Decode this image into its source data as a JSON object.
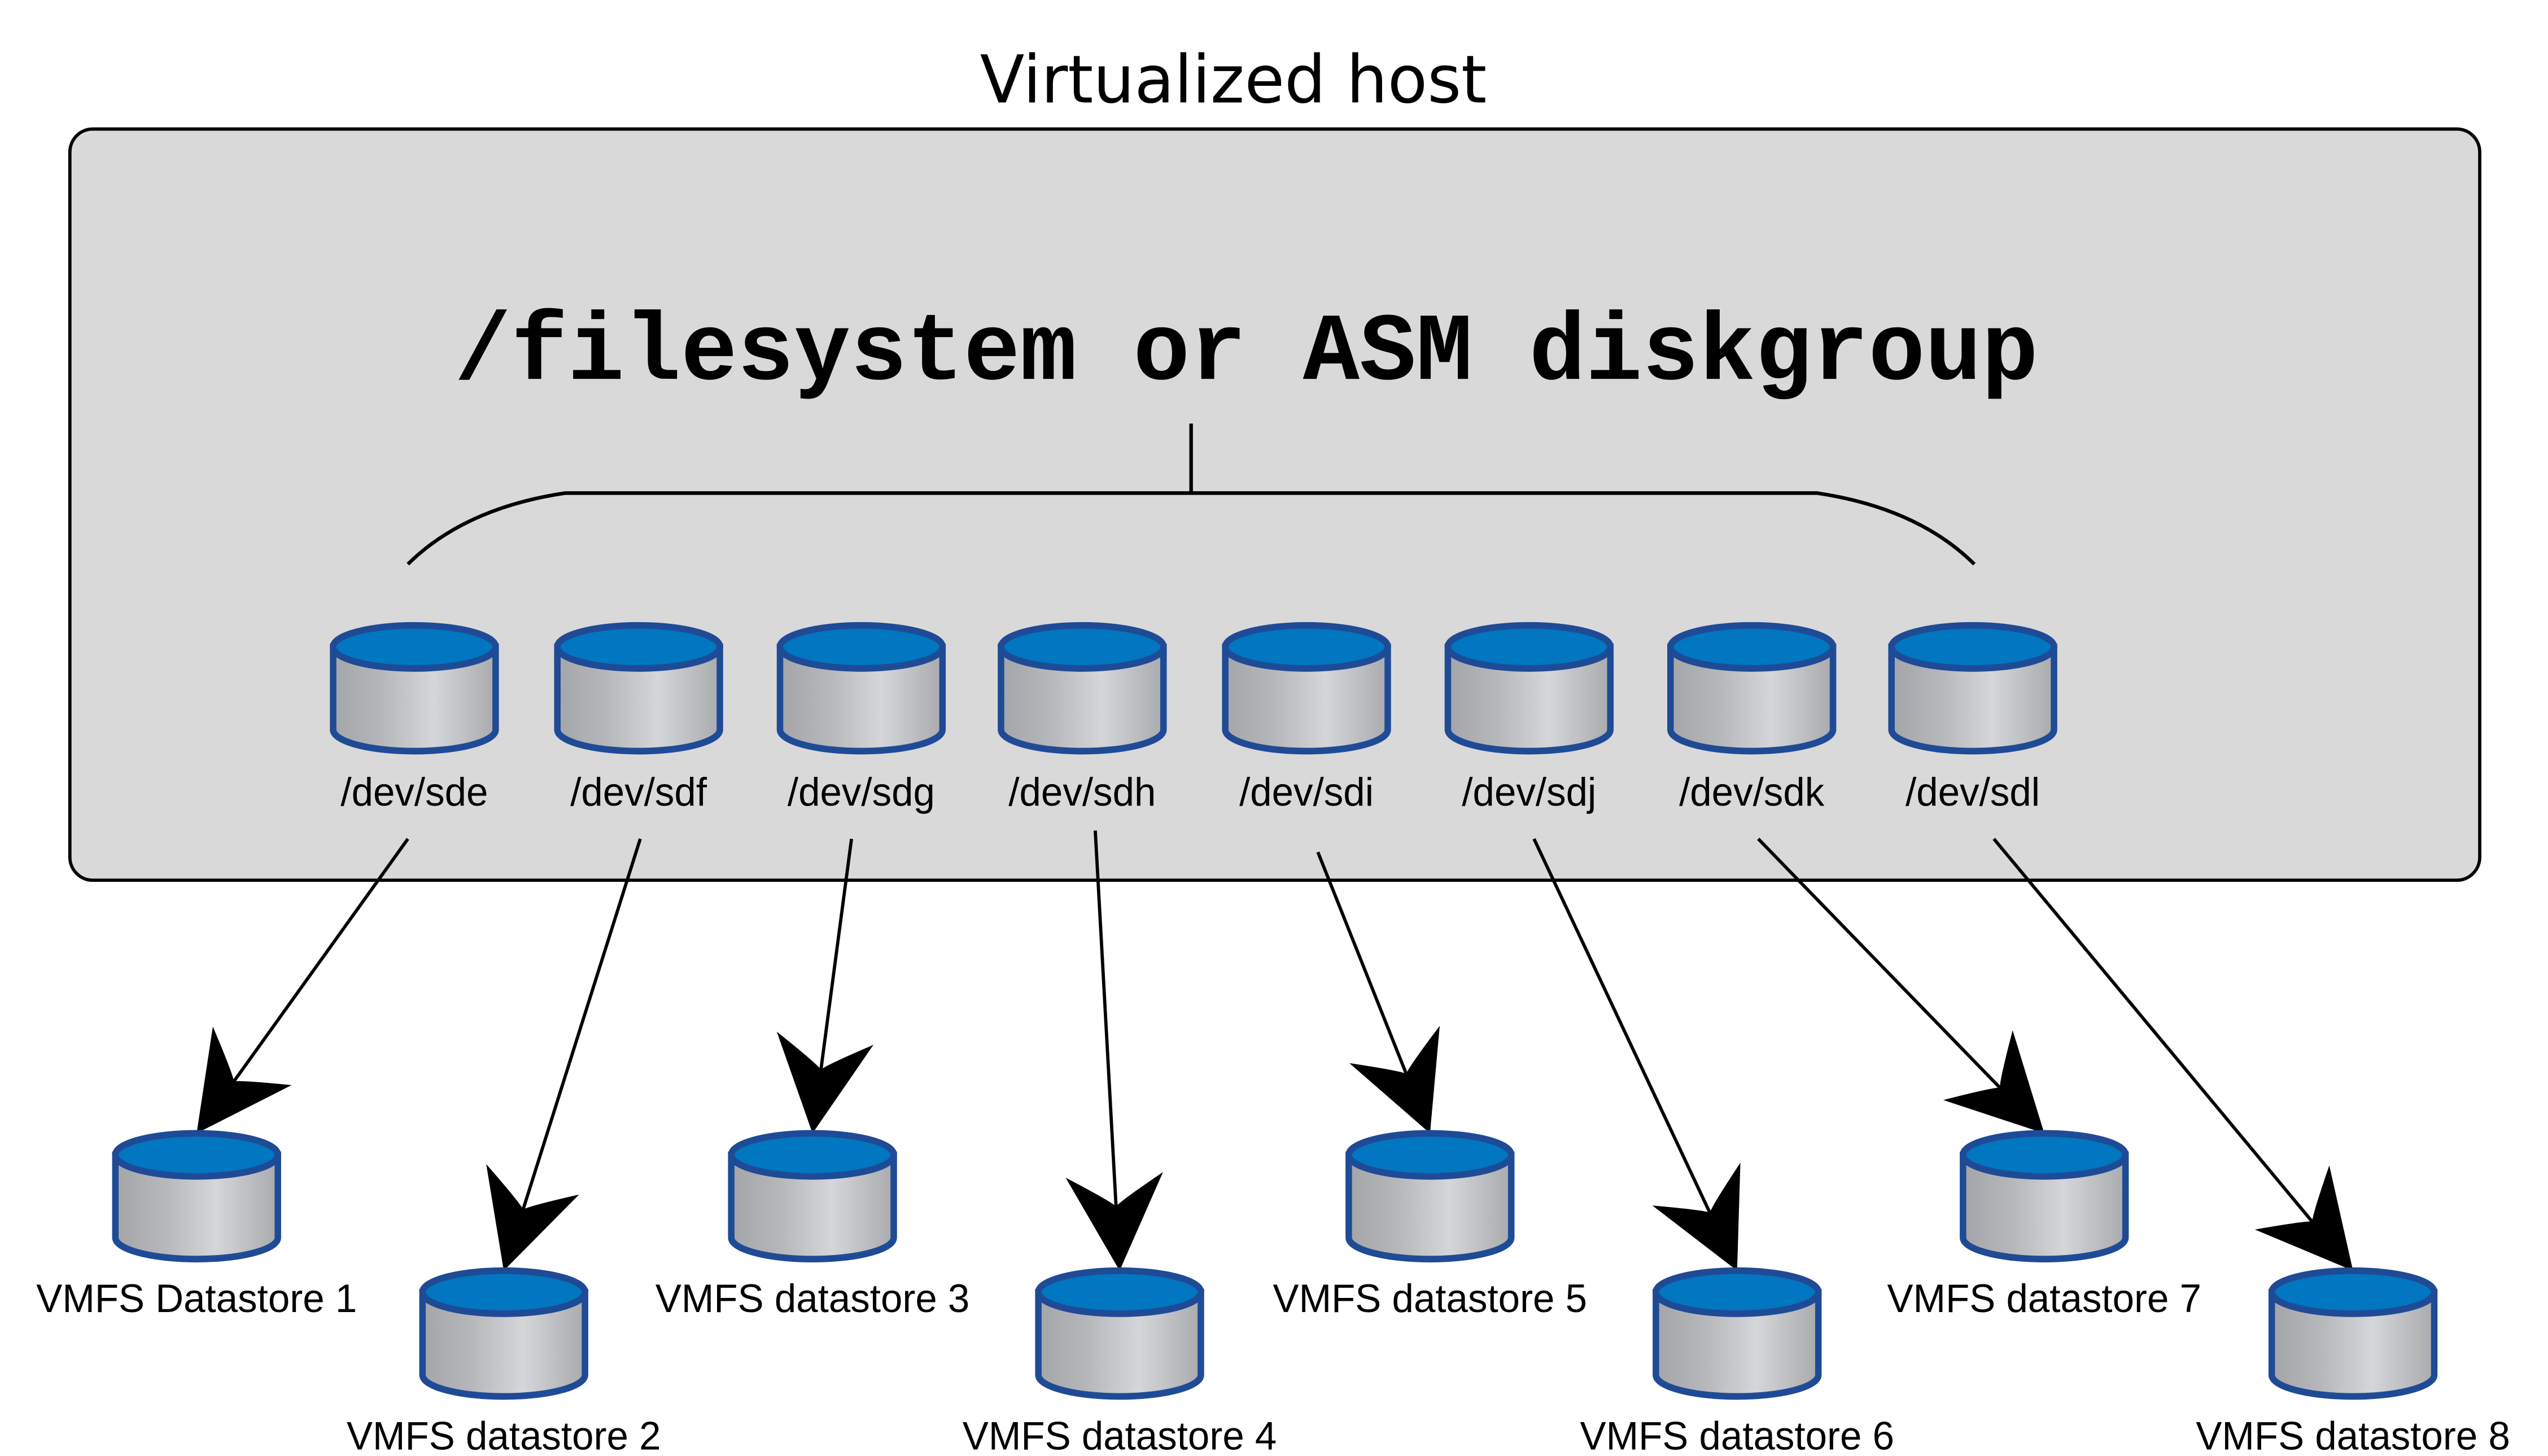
{
  "diagram": {
    "title": "Virtualized host",
    "host_label": "/filesystem or ASM diskgroup",
    "colors": {
      "host_fill": "#d9d9d9",
      "disk_top": "#0077c0",
      "disk_rim": "#1f4b96",
      "disk_body_dark": "#a5a7aa",
      "disk_body_light": "#d3d5d8",
      "line": "#000000"
    },
    "devices": [
      {
        "label": "/dev/sde",
        "target": 0
      },
      {
        "label": "/dev/sdf",
        "target": 1
      },
      {
        "label": "/dev/sdg",
        "target": 2
      },
      {
        "label": "/dev/sdh",
        "target": 3
      },
      {
        "label": "/dev/sdi",
        "target": 4
      },
      {
        "label": "/dev/sdj",
        "target": 5
      },
      {
        "label": "/dev/sdk",
        "target": 6
      },
      {
        "label": "/dev/sdl",
        "target": 7
      }
    ],
    "datastores": [
      {
        "label": "VMFS Datastore 1",
        "row": "upper"
      },
      {
        "label": "VMFS datastore 2",
        "row": "lower"
      },
      {
        "label": "VMFS datastore 3",
        "row": "upper"
      },
      {
        "label": "VMFS datastore 4",
        "row": "lower"
      },
      {
        "label": "VMFS datastore 5",
        "row": "upper"
      },
      {
        "label": "VMFS datastore 6",
        "row": "lower"
      },
      {
        "label": "VMFS datastore 7",
        "row": "upper"
      },
      {
        "label": "VMFS datastore 8",
        "row": "lower"
      }
    ]
  }
}
